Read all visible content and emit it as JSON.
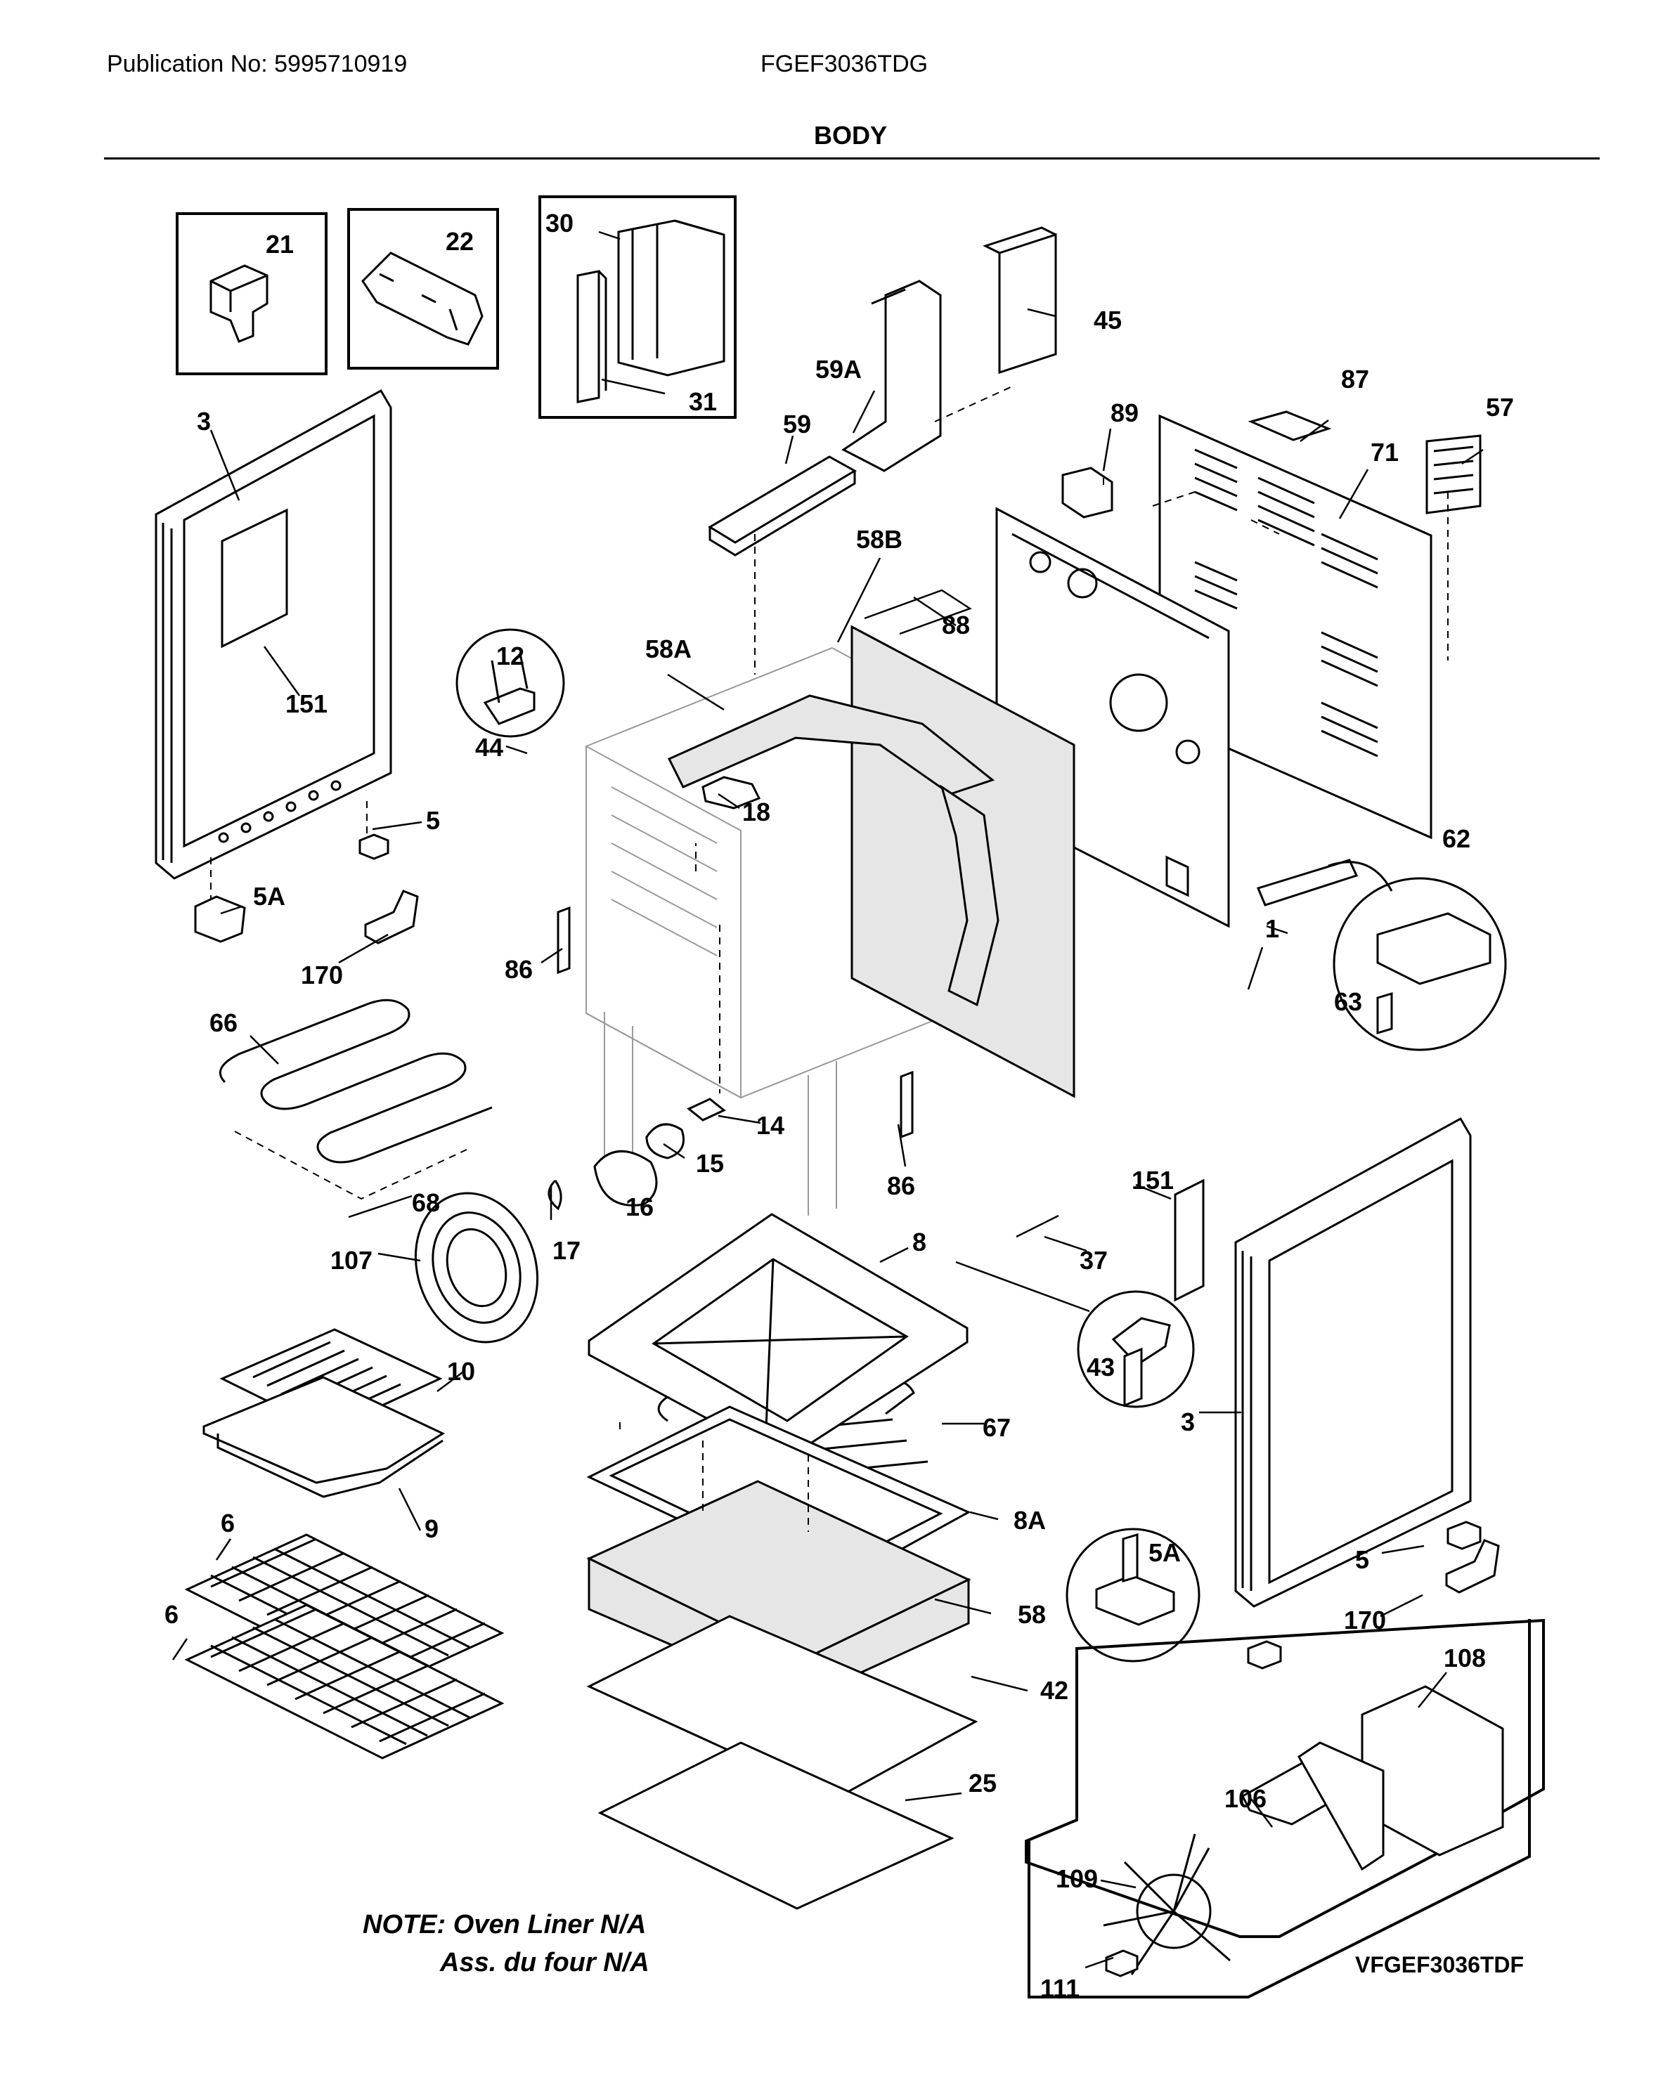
{
  "header": {
    "publication": "Publication No: 5995710919",
    "model": "FGEF3036TDG",
    "section": "BODY"
  },
  "note": {
    "line1": "NOTE: Oven Liner N/A",
    "line2": "Ass. du four N/A"
  },
  "diagram_code": "VFGEF3036TDF",
  "callouts": [
    "21",
    "22",
    "30",
    "31",
    "45",
    "59A",
    "59",
    "87",
    "57",
    "89",
    "71",
    "3",
    "58B",
    "88",
    "12",
    "58A",
    "44",
    "18",
    "151",
    "5",
    "62",
    "5A",
    "170",
    "86",
    "1",
    "63",
    "66",
    "14",
    "15",
    "68",
    "16",
    "86",
    "151",
    "17",
    "107",
    "37",
    "8",
    "10",
    "43",
    "67",
    "3",
    "9",
    "8A",
    "5A",
    "5",
    "6",
    "58",
    "170",
    "6",
    "108",
    "42",
    "106",
    "25",
    "109",
    "111"
  ]
}
